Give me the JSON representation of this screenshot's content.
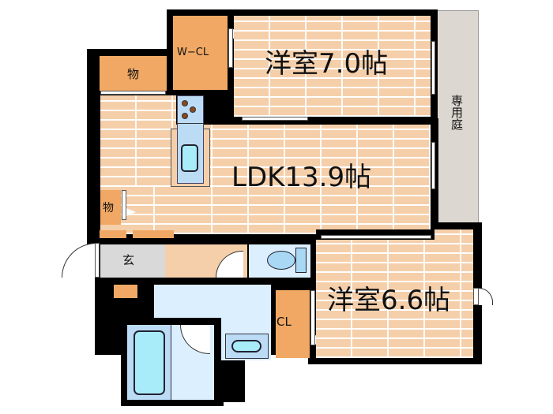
{
  "floorplan": {
    "rooms": {
      "western_room_1": {
        "label": "洋室7.0帖",
        "type": "Western-style room",
        "size_jo": 7.0
      },
      "ldk": {
        "label": "LDK13.9帖",
        "type": "Living Dining Kitchen",
        "size_jo": 13.9
      },
      "western_room_2": {
        "label": "洋室6.6帖",
        "type": "Western-style room",
        "size_jo": 6.6
      },
      "walk_in_closet": {
        "label": "W−CL"
      },
      "storage_top": {
        "label": "物"
      },
      "storage_side": {
        "label": "物"
      },
      "closet": {
        "label": "CL"
      },
      "entrance": {
        "label": "玄"
      },
      "private_garden": {
        "label": "専用庭"
      }
    },
    "colors": {
      "floor": "#f5cfaa",
      "storage": "#f0a864",
      "wet_area": "#dcefff",
      "fixture": "#a9ecf9",
      "garden": "#ddd7d1",
      "wall": "#000000"
    }
  }
}
